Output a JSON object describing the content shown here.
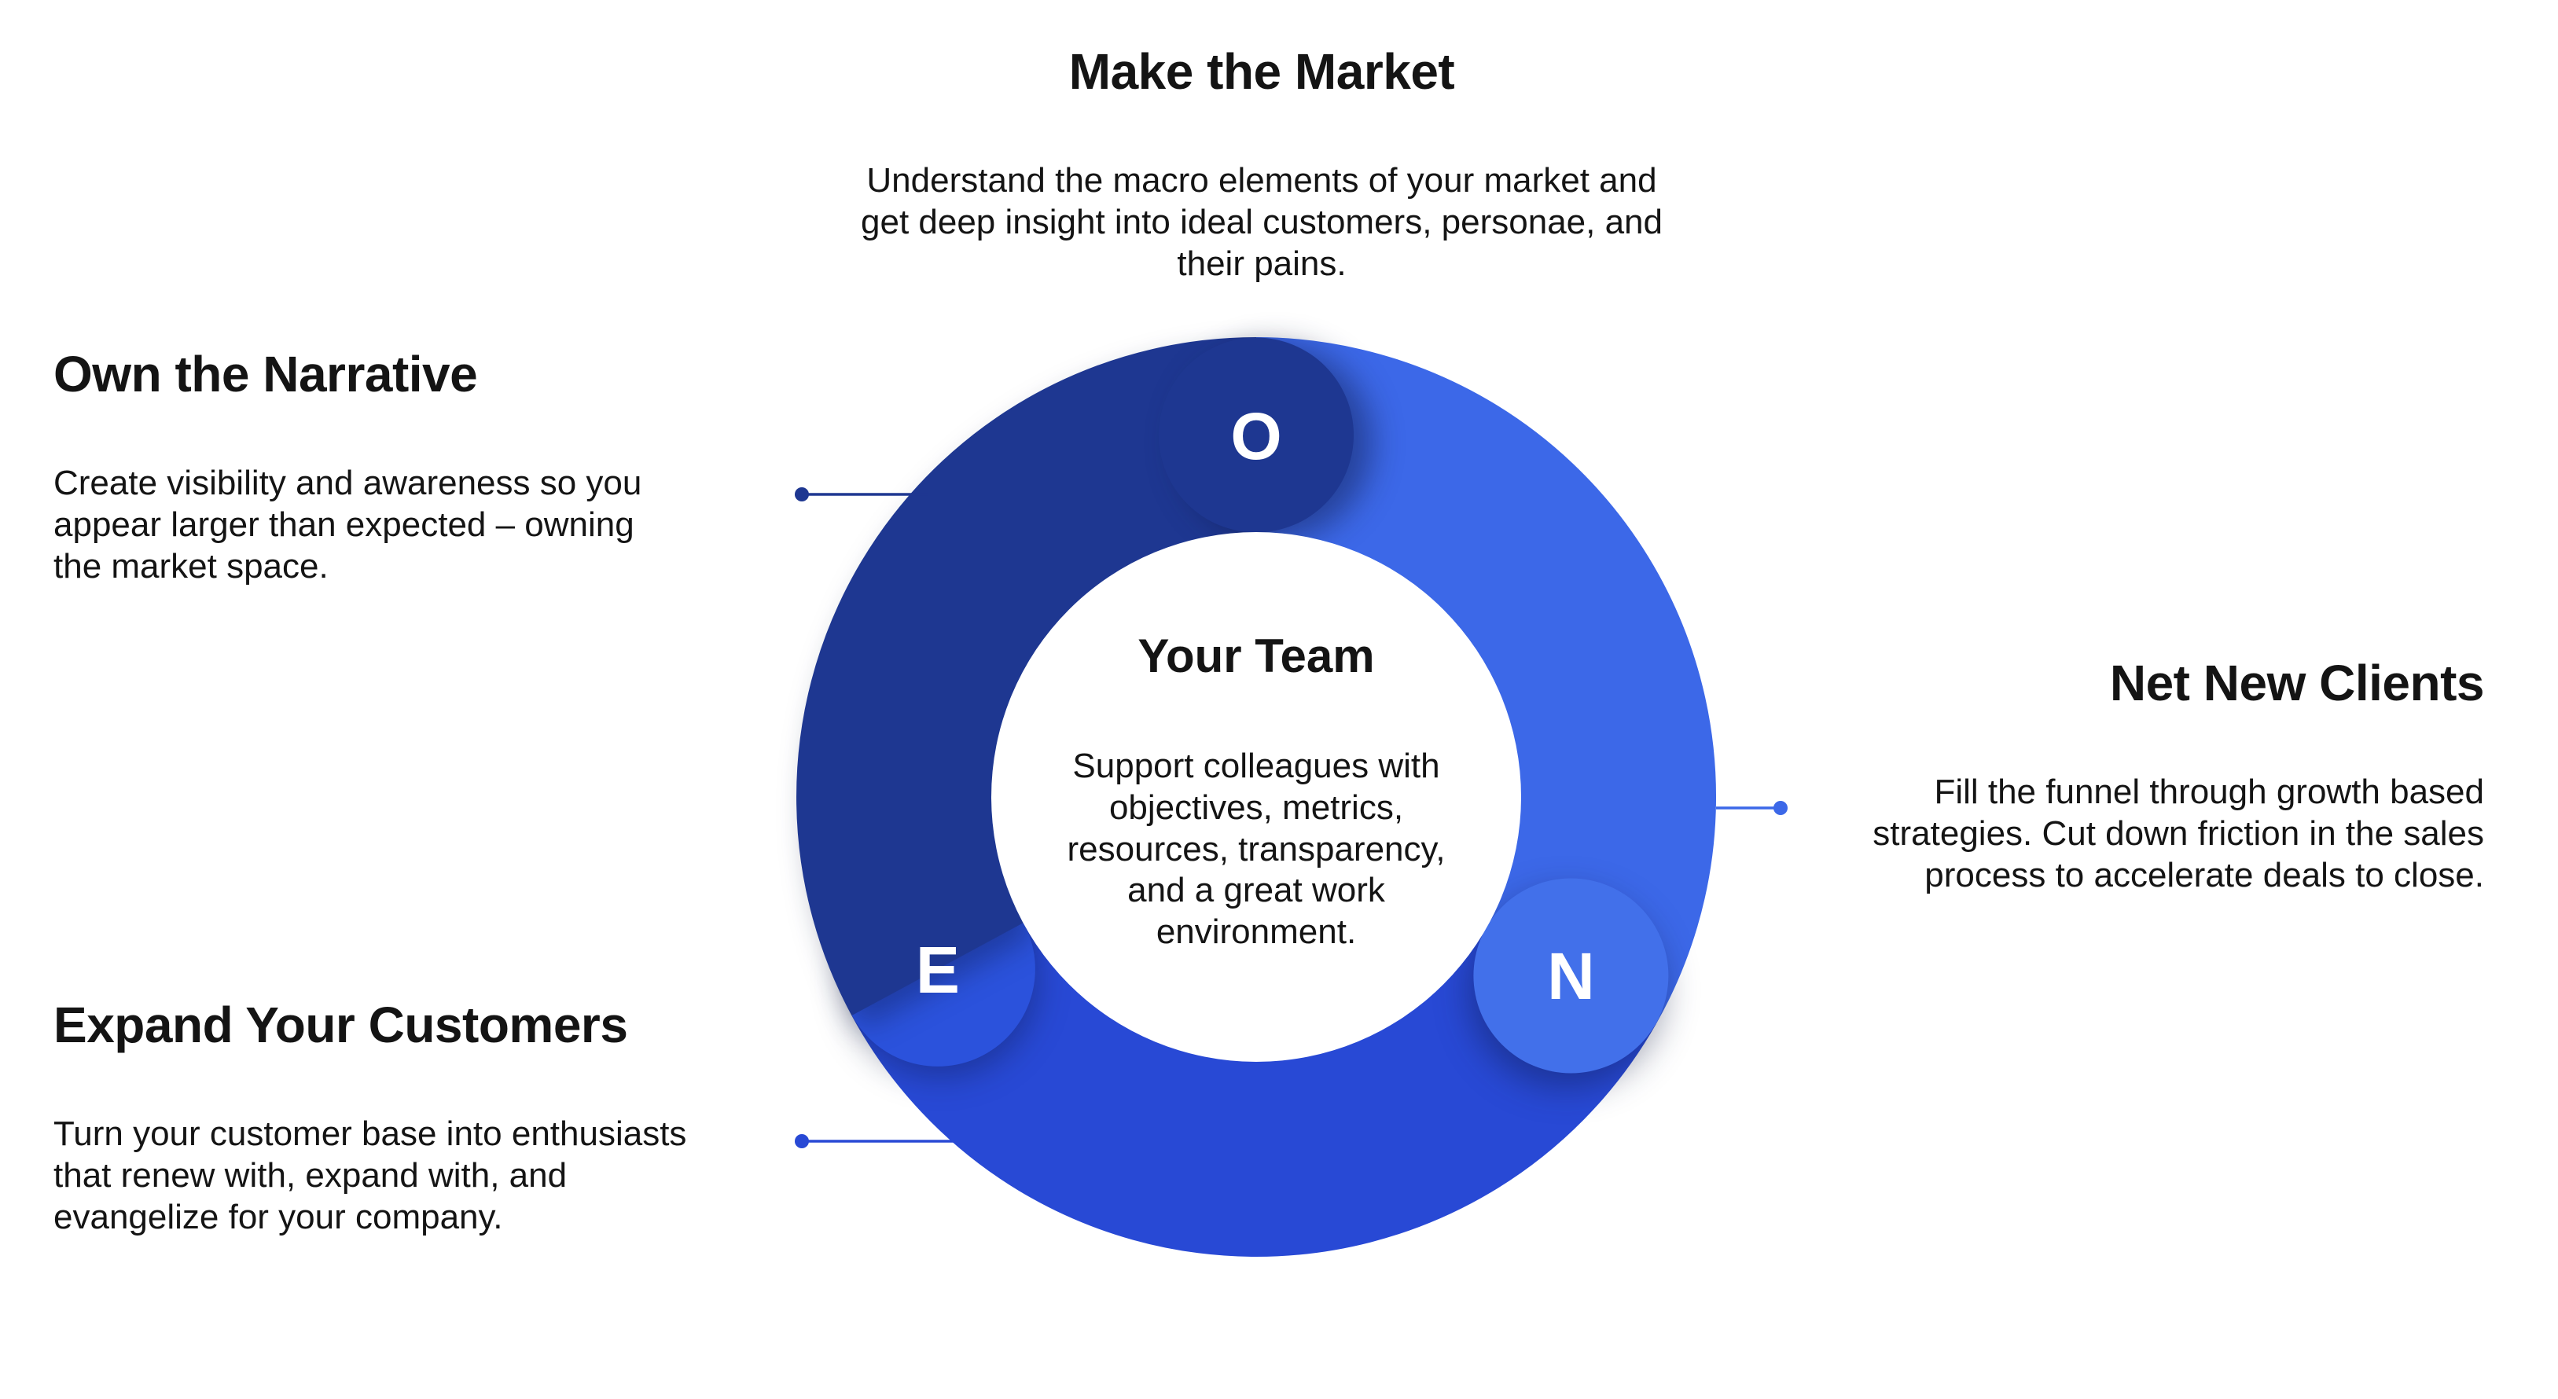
{
  "sections": {
    "top": {
      "title": "Make the Market",
      "body": "Understand the macro elements of your market and get deep insight into ideal customers, personae, and their pains."
    },
    "left_top": {
      "title": "Own the Narrative",
      "body": "Create visibility and awareness so you appear larger than expected – owning the market space."
    },
    "left_bottom": {
      "title": "Expand Your Customers",
      "body": "Turn your customer base into enthusiasts that renew with, expand with, and evangelize for your company."
    },
    "right": {
      "title": "Net New Clients",
      "body": "Fill the funnel through growth based strategies. Cut down friction in the sales process to accelerate deals to close."
    }
  },
  "center": {
    "title": "Your Team",
    "body": "Support colleagues with objectives, metrics, resources, transparency, and a great work environment."
  },
  "ring": {
    "letters": {
      "o": "O",
      "n": "N",
      "e": "E"
    },
    "colors": {
      "arc_dark": "#1e3791",
      "arc_medium": "#3c68e8",
      "arc_royal": "#2849d5",
      "bubble_o": "#1e3791",
      "bubble_n": "#4270ea",
      "bubble_e": "#2b52dc",
      "letter": "#ffffff",
      "hole": "#ffffff"
    }
  },
  "connectors": {
    "own": {
      "color": "#1e3791"
    },
    "expand": {
      "color": "#2849d5"
    },
    "net": {
      "color": "#3c68e8"
    }
  },
  "palette": {
    "text": "#141414",
    "background": "#ffffff"
  }
}
